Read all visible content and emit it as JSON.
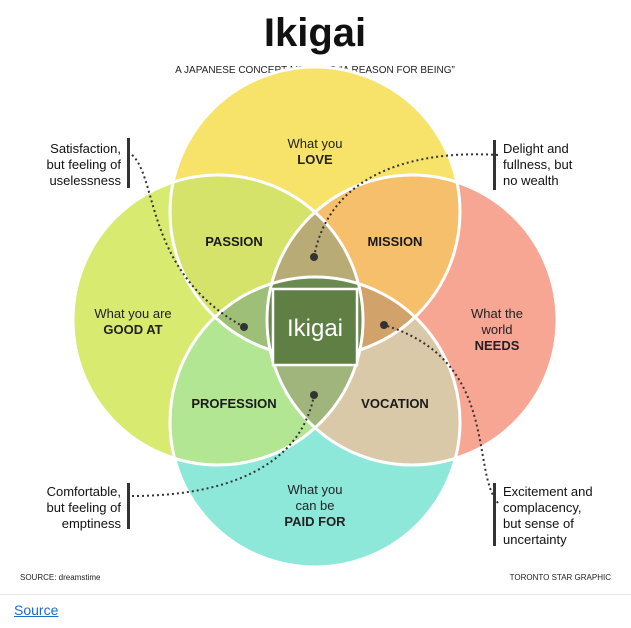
{
  "title": "Ikigai",
  "subtitle": "A JAPANESE CONCEPT MEANING “A REASON FOR BEING”",
  "circles": {
    "love": {
      "line1": "What you",
      "line2": "LOVE",
      "color": "#f7e36a"
    },
    "good_at": {
      "line1": "What you are",
      "line2": "GOOD AT",
      "color": "#d8ea6f"
    },
    "needs": {
      "line1": "What the",
      "line2": "world",
      "line3": "NEEDS",
      "color": "#f7a693"
    },
    "paid_for": {
      "line1": "What you",
      "line2": "can be",
      "line3": "PAID FOR",
      "color": "#8ee8da"
    }
  },
  "overlaps": {
    "passion": {
      "label": "PASSION",
      "color": "#d5e36b"
    },
    "mission": {
      "label": "MISSION",
      "color": "#f6bf6c"
    },
    "profession": {
      "label": "PROFESSION",
      "color": "#b2e693"
    },
    "vocation": {
      "label": "VOCATION",
      "color": "#d9c9a8"
    },
    "center": {
      "label": "Ikigai",
      "color": "#6b8a4f"
    }
  },
  "callouts": {
    "top_left": [
      "Satisfaction,",
      "but feeling of",
      "uselessness"
    ],
    "top_right": [
      "Delight and",
      "fullness, but",
      "no wealth"
    ],
    "bottom_left": [
      "Comfortable,",
      "but feeling of",
      "emptiness"
    ],
    "bottom_right": [
      "Excitement and",
      "complacency,",
      "but sense of",
      "uncertainty"
    ]
  },
  "footer": {
    "source": "SOURCE: dreamstime",
    "credit": "TORONTO STAR GRAPHIC"
  },
  "source_link": "Source"
}
